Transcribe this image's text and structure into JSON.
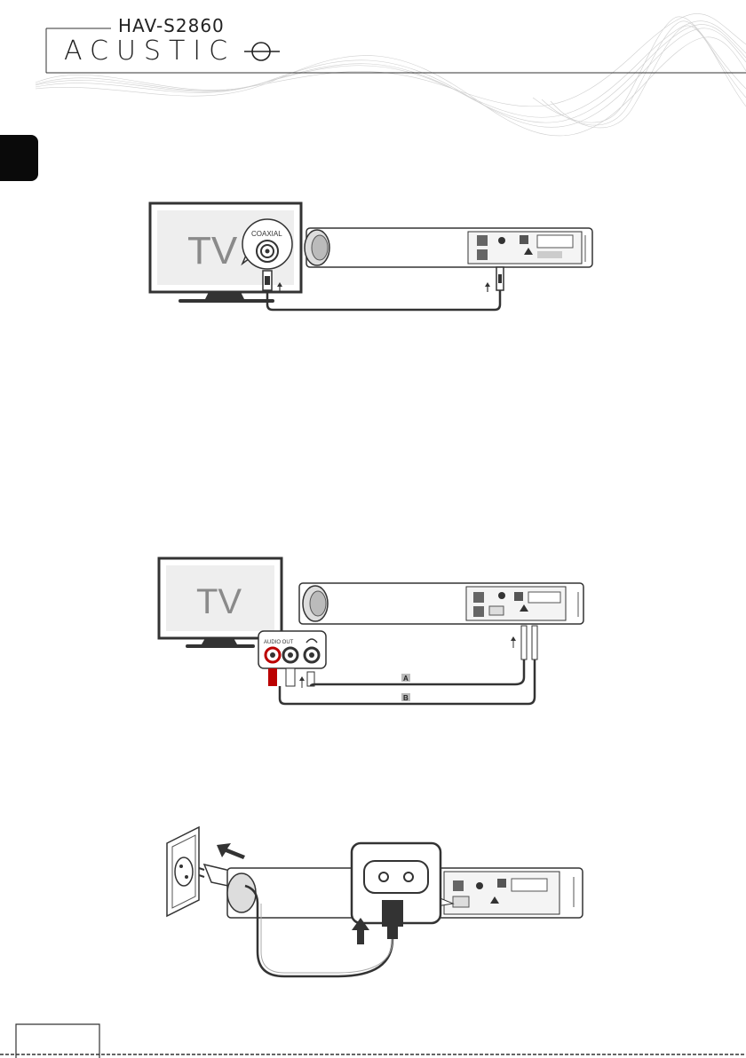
{
  "header": {
    "model": "HAV-S2860",
    "brand": "ACUSTIC"
  },
  "diagram_coaxial": {
    "tv_label": "TV",
    "port_label": "COAXIAL"
  },
  "diagram_audio": {
    "tv_label": "TV",
    "port_label": "AUDIO OUT",
    "cable_a": "A",
    "cable_b": "B"
  },
  "diagram_power": {}
}
